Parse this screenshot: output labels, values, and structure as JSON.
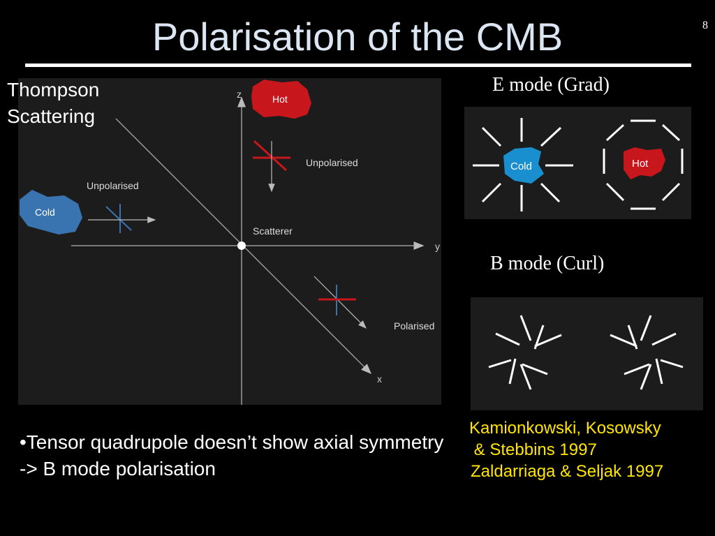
{
  "title": "Polarisation of the CMB",
  "page_number": "8",
  "thompson_label": [
    "Thompson",
    "Scattering"
  ],
  "diagram": {
    "axis_z": "z",
    "axis_y": "y",
    "axis_x": "x",
    "hot_label": "Hot",
    "cold_label": "Cold",
    "unpolarised_top": "Unpolarised",
    "unpolarised_left": "Unpolarised",
    "scatterer": "Scatterer",
    "polarised": "Polarised"
  },
  "e_mode": {
    "label": "E mode (Grad)",
    "cold_label": "Cold",
    "hot_label": "Hot"
  },
  "b_mode": {
    "label": "B mode (Curl)"
  },
  "bullet_text": "•Tensor quadrupole  doesn’t show axial symmetry  -> B mode polarisation",
  "references": [
    "Kamionkowski, Kosowsky",
    " & Stebbins 1997",
    "Zaldarriaga & Seljak 1997"
  ],
  "colors": {
    "hot": "#c8161d",
    "cold": "#3a74b0",
    "cold_e": "#1a8fd0",
    "title": "#dbe6f2",
    "reference_text": "#ffe600"
  }
}
